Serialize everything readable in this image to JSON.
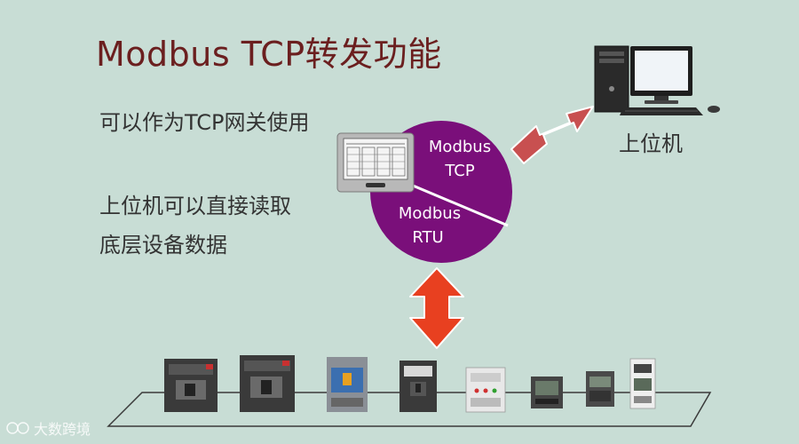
{
  "title": "Modbus TCP转发功能",
  "bullets": [
    "可以作为TCP网关使用",
    "上位机可以直接读取",
    "底层设备数据"
  ],
  "gateway": {
    "tcp_line1": "Modbus",
    "tcp_line2": "TCP",
    "rtu_line1": "Modbus",
    "rtu_line2": "RTU"
  },
  "pc_label": "上位机",
  "watermark": "大数跨境",
  "colors": {
    "background": "#c8ddd5",
    "title": "#6b1f1f",
    "pie": "#7a0f7a",
    "arrow_pc": "#c85050",
    "arrow_bus": "#e84020"
  },
  "devices": [
    "air-circuit-breaker-icon",
    "air-circuit-breaker-icon",
    "molded-case-breaker-icon",
    "breaker-icon",
    "relay-module-icon",
    "panel-meter-icon",
    "din-meter-icon",
    "din-meter-small-icon"
  ]
}
